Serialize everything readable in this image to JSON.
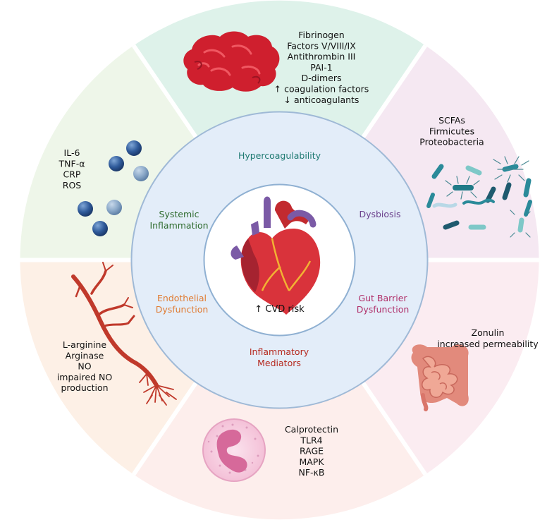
{
  "center": {
    "label": "↑ CVD risk"
  },
  "inner_labels": {
    "hypercoagulability": {
      "lines": [
        "Hypercoagulability"
      ],
      "color": "#1f7a72"
    },
    "dysbiosis": {
      "lines": [
        "Dysbiosis"
      ],
      "color": "#6a3f8c"
    },
    "gut_barrier": {
      "lines": [
        "Gut Barrier",
        "Dysfunction"
      ],
      "color": "#b0306a"
    },
    "inflammatory_mediators": {
      "lines": [
        "Inflammatory",
        "Mediators"
      ],
      "color": "#b5281e"
    },
    "endothelial": {
      "lines": [
        "Endothelial",
        "Dysfunction"
      ],
      "color": "#e07b32"
    },
    "systemic_inflammation": {
      "lines": [
        "Systemic",
        "Inflammation"
      ],
      "color": "#2e6b2e"
    }
  },
  "segments": {
    "hypercoagulability": {
      "fill": "#def2ea",
      "items": [
        "Fibrinogen",
        "Factors V/VIII/IX",
        "Antithrombin III",
        "PAI-1",
        "D-dimers",
        "↑ coagulation factors",
        "↓ anticoagulants"
      ]
    },
    "dysbiosis": {
      "fill": "#f5e8f2",
      "items": [
        "SCFAs",
        "Firmicutes",
        "Proteobacteria"
      ]
    },
    "gut_barrier": {
      "fill": "#fbecf1",
      "items": [
        "Zonulin",
        "increased permeability"
      ]
    },
    "inflammatory_mediators": {
      "fill": "#fdeeec",
      "items": [
        "Calprotectin",
        "TLR4",
        "RAGE",
        "MAPK",
        "NF-κB"
      ]
    },
    "endothelial": {
      "fill": "#fdf0e6",
      "items": [
        "L-arginine",
        "Arginase",
        "NO",
        "impaired NO",
        "production"
      ]
    },
    "systemic_inflammation": {
      "fill": "#eef6e9",
      "items": [
        "IL-6",
        "TNF-α",
        "CRP",
        "ROS"
      ]
    }
  },
  "colors": {
    "inner_disc": "#e3edf9",
    "inner_disc_stroke": "#9fb9d6",
    "center_circle": "#ffffff",
    "center_stroke": "#8fb0d2"
  },
  "icons": [
    "blood-clot-icon",
    "bacteria-icon",
    "intestine-icon",
    "neutrophil-icon",
    "blood-vessel-icon",
    "cytokine-spheres-icon",
    "heart-icon"
  ]
}
